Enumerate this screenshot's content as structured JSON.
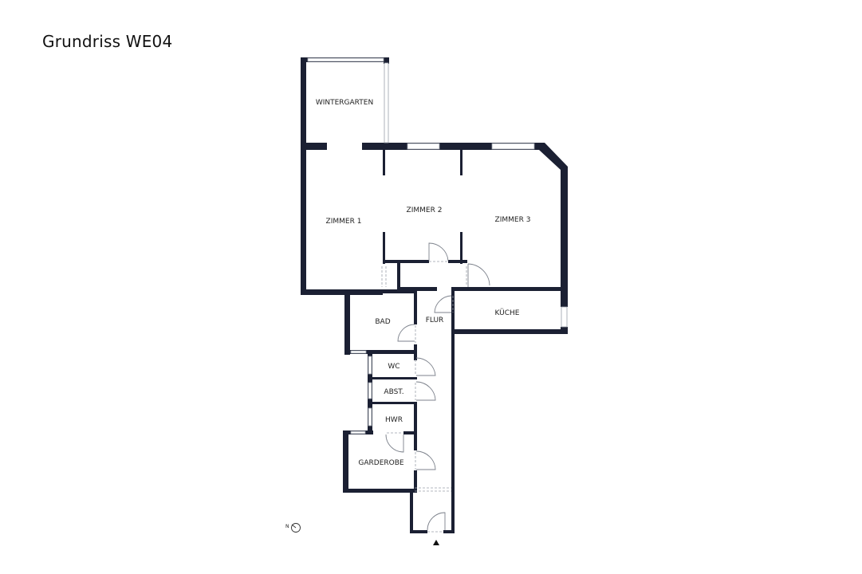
{
  "title": "Grundriss WE04",
  "rooms": {
    "wintergarten": "WINTERGARTEN",
    "zimmer1": "ZIMMER 1",
    "zimmer2": "ZIMMER 2",
    "zimmer3": "ZIMMER 3",
    "kueche": "KÜCHE",
    "bad": "BAD",
    "flur": "FLUR",
    "wc": "WC",
    "abst": "ABST.",
    "hwr": "HWR",
    "garderobe": "GARDEROBE"
  },
  "compass": {
    "label": "N"
  },
  "colors": {
    "wall": "#1b2033"
  }
}
